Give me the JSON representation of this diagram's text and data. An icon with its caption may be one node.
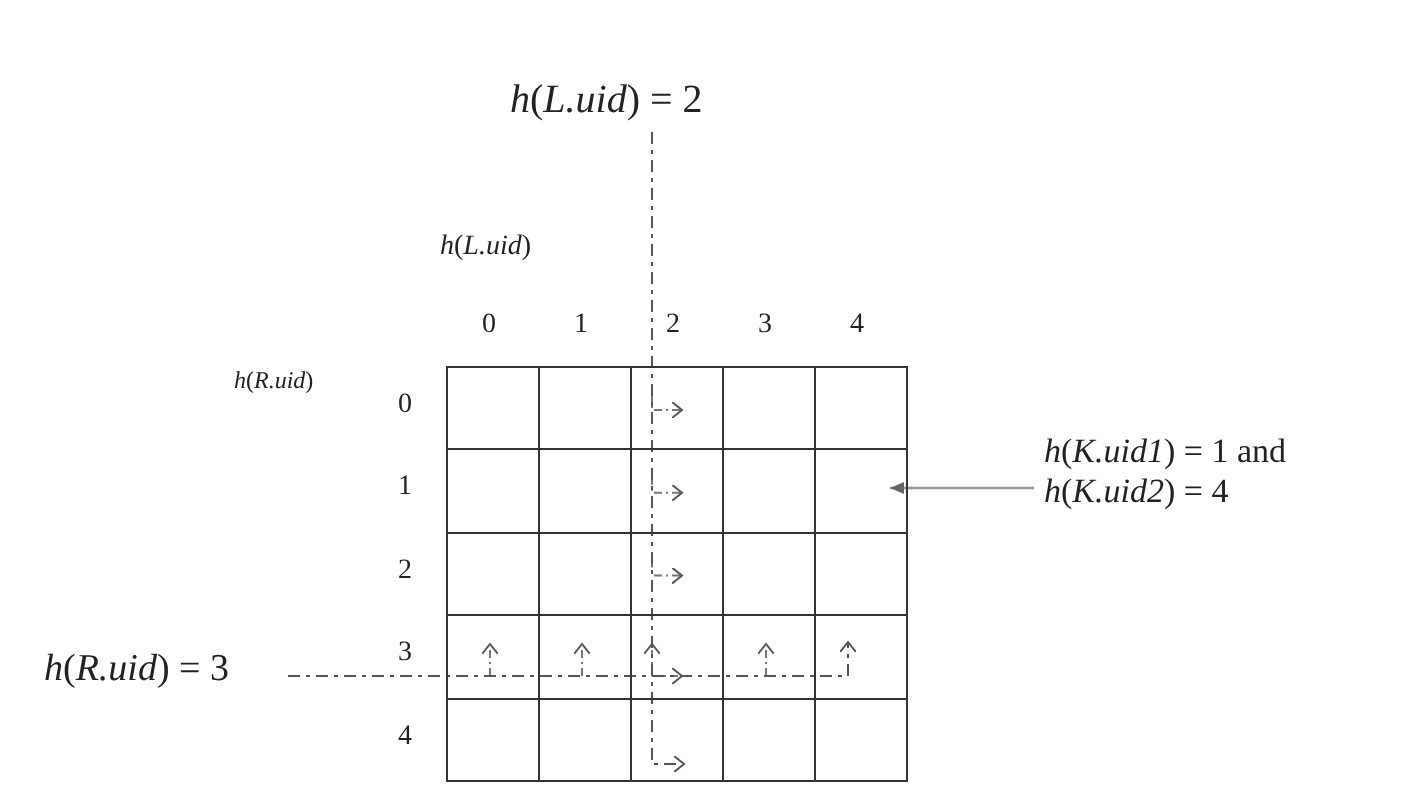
{
  "diagram": {
    "nodes": [
      {
        "text": [
          "*h*(*L.uid*) = 2"
        ]
      },
      {
        "text": [
          "*h*(*R.uid*) = 3"
        ]
      },
      {
        "text": [
          "*h*(*K.uid1*) = 1 and *h*(*K.uid2*) = 4"
        ]
      },
      {
        "text": [],
        "shape": "box"
      }
    ],
    "edges": [
      {
        "from": 0,
        "to": null,
        "arrow": "to",
        "style": "dashed"
      },
      {
        "from": 1,
        "to": null,
        "arrow": "to",
        "style": "dashed"
      },
      {
        "from": 2,
        "to": 3,
        "arrow": "to"
      }
    ],
    "labels": [
      "*h*(*L.uid*)",
      "0",
      "1",
      "2",
      "3",
      "4",
      "*h*(*R.uid*)",
      "0",
      "1",
      "2",
      "3",
      "4"
    ]
  }
}
